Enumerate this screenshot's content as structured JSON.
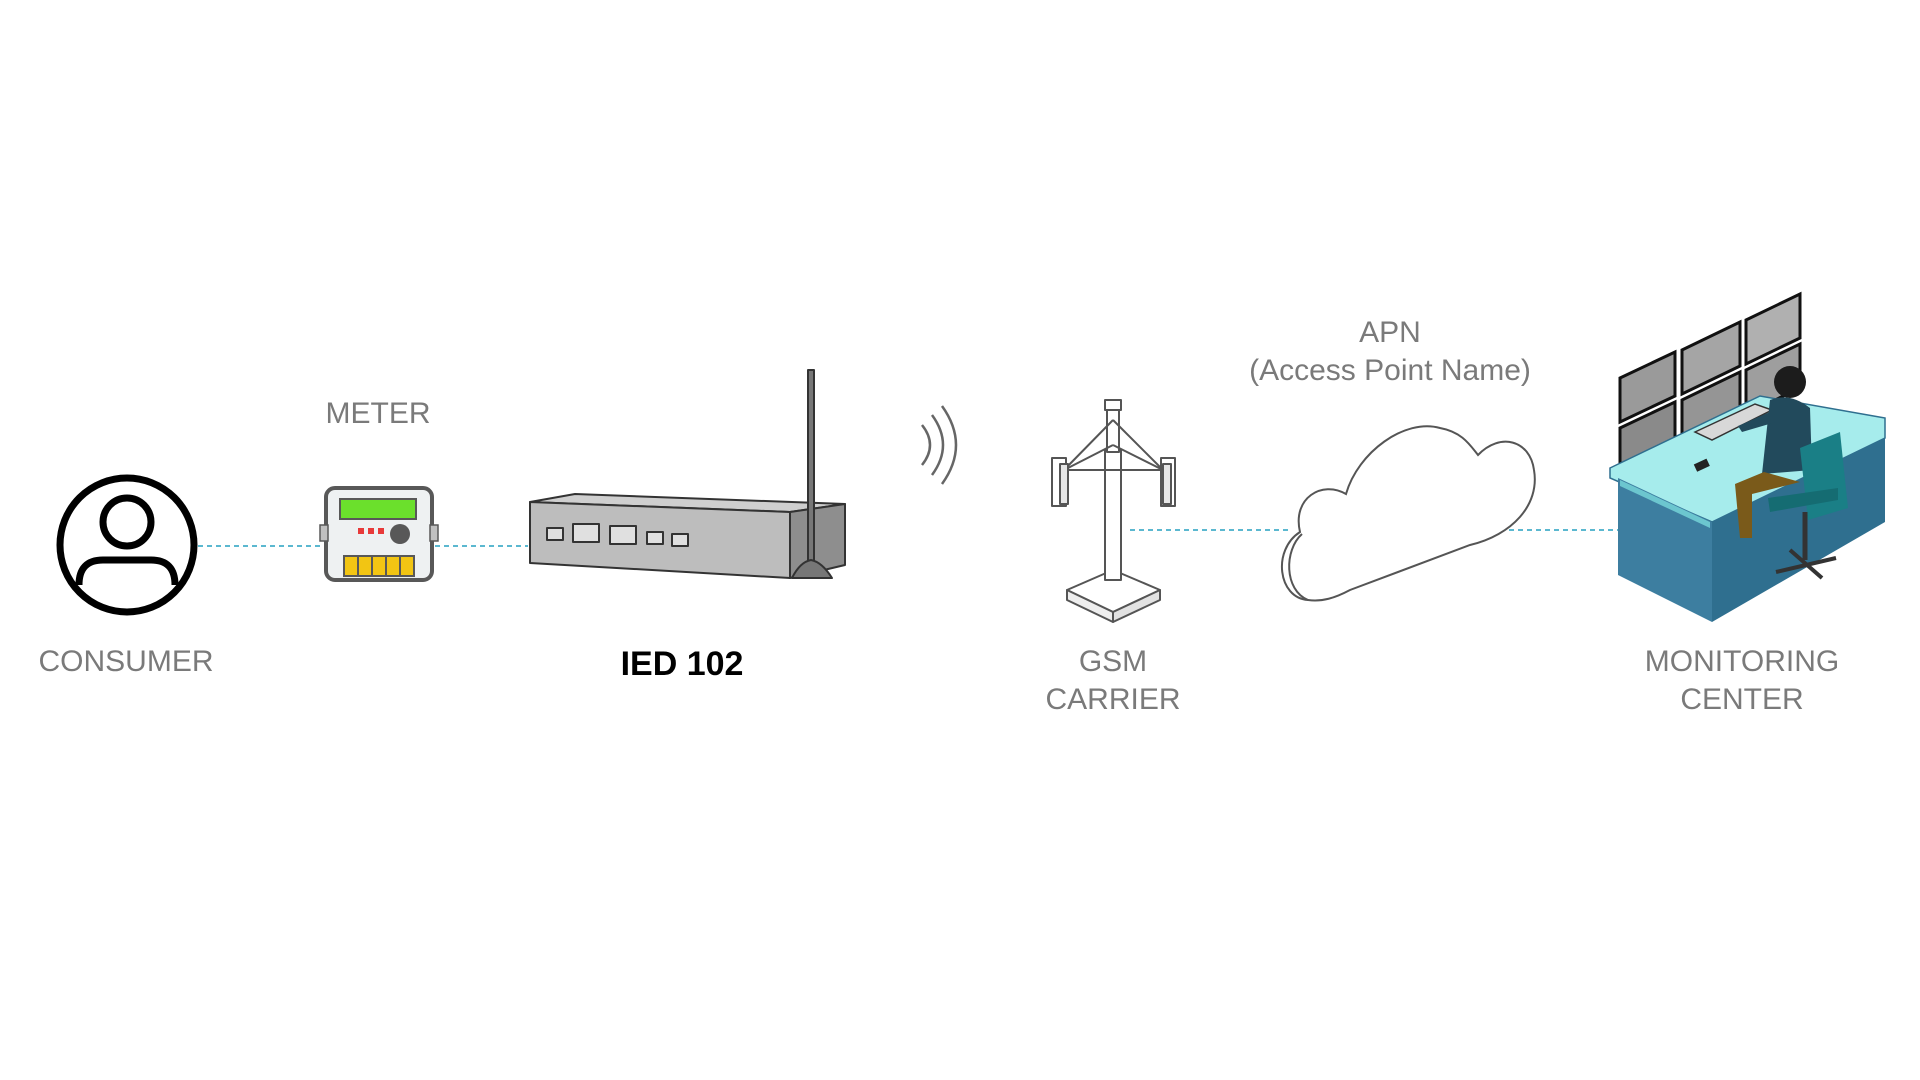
{
  "diagram": {
    "nodes": {
      "consumer": {
        "label": "CONSUMER"
      },
      "meter": {
        "label": "METER"
      },
      "ied": {
        "label": "IED 102"
      },
      "gsm": {
        "label_line1": "GSM",
        "label_line2": "CARRIER"
      },
      "apn": {
        "label_line1": "APN",
        "label_line2": "(Access Point Name)"
      },
      "monitoring": {
        "label_line1": "MONITORING",
        "label_line2": "CENTER"
      }
    },
    "colors": {
      "connector": "#5bb8d0",
      "label_gray": "#7a7a7a",
      "meter_display": "#6be02c",
      "meter_keys": "#f2c513",
      "desk_top": "#a6ecec",
      "desk_side": "#2f6f8f"
    },
    "icons": [
      "person-icon",
      "meter-icon",
      "router-icon",
      "signal-waves-icon",
      "cell-tower-icon",
      "cloud-icon",
      "operator-workstation-icon"
    ]
  }
}
